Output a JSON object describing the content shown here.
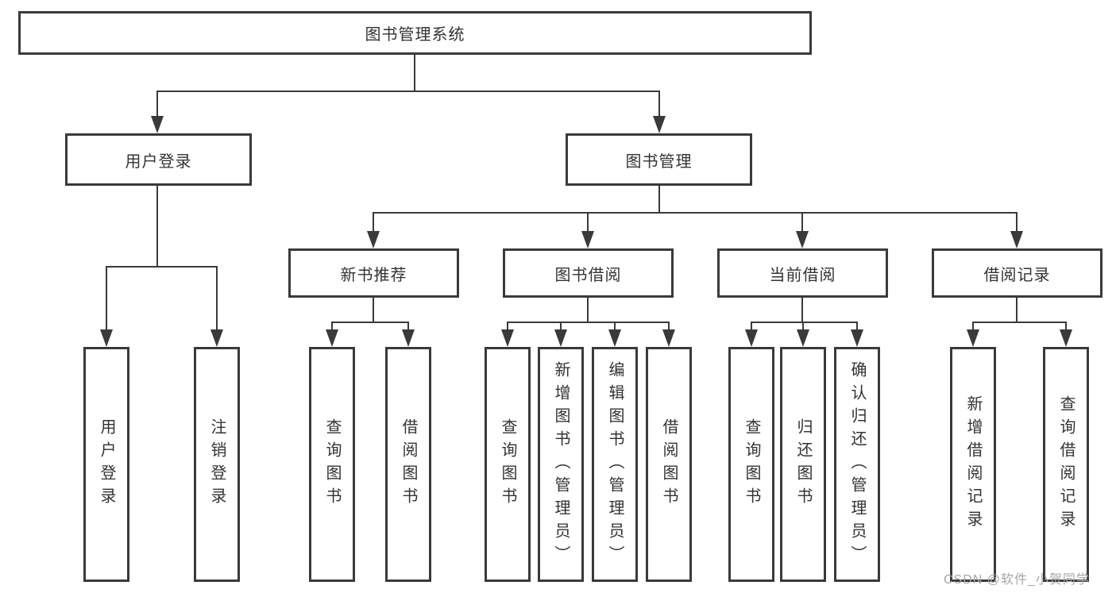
{
  "diagram": {
    "root": {
      "label": "图书管理系统"
    },
    "level2": [
      {
        "label": "用户登录"
      },
      {
        "label": "图书管理"
      }
    ],
    "level3": [
      {
        "label": "新书推荐"
      },
      {
        "label": "图书借阅"
      },
      {
        "label": "当前借阅"
      },
      {
        "label": "借阅记录"
      }
    ],
    "leaves": {
      "user_login": [
        {
          "label": "用户登录"
        },
        {
          "label": "注销登录"
        }
      ],
      "new_book_recommend": [
        {
          "label": "查询图书"
        },
        {
          "label": "借阅图书"
        }
      ],
      "book_borrow": [
        {
          "label": "查询图书"
        },
        {
          "label": "新增图书（管理员）"
        },
        {
          "label": "编辑图书（管理员）"
        },
        {
          "label": "借阅图书"
        }
      ],
      "current_borrow": [
        {
          "label": "查询图书"
        },
        {
          "label": "归还图书"
        },
        {
          "label": "确认归还（管理员）"
        }
      ],
      "borrow_records": [
        {
          "label": "新增借阅记录"
        },
        {
          "label": "查询借阅记录"
        }
      ]
    }
  },
  "watermark": {
    "text": "CSDN @软件_小贺同学"
  },
  "colors": {
    "line": "#3a3a3a",
    "text": "#333333",
    "background": "#ffffff",
    "watermark": "#a6a6a6"
  }
}
